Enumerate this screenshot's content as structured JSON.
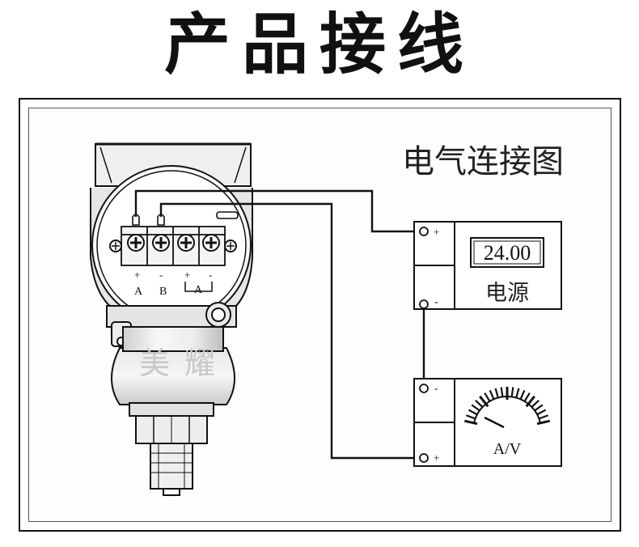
{
  "title": "产品接线",
  "diagram_title": "电气连接图",
  "power_supply": {
    "display_value": "24.00",
    "label": "电源",
    "plus": "+",
    "minus": "-"
  },
  "meter": {
    "label": "A/V",
    "plus": "+",
    "minus": "-"
  },
  "terminals": {
    "signs": [
      "+",
      "-",
      "+",
      "-"
    ],
    "labels": [
      "A",
      "B",
      "A"
    ]
  },
  "watermark": "美耀",
  "colors": {
    "line": "#111111",
    "body": "#f2f2f2",
    "shade": "#d8d8d8"
  }
}
